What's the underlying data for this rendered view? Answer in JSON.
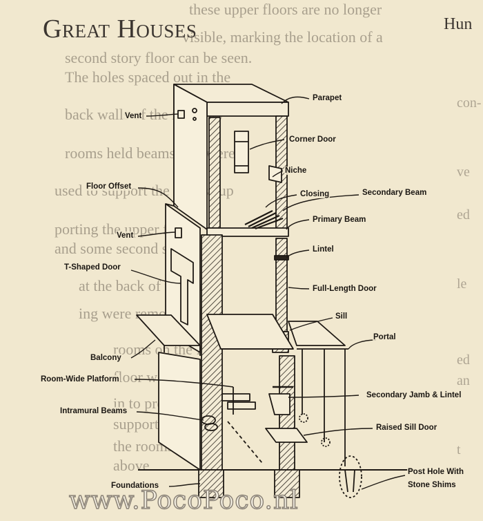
{
  "page": {
    "title": "Great Houses",
    "running_head": "Hun"
  },
  "body_text": [
    "these upper floors are no longer",
    "visible, marking the location of a",
    "second story floor can be seen.",
    "The holes spaced out in the",
    "back walls of the masonry",
    "rooms held beams that were",
    "used to support the floors sup",
    "porting the upper floors",
    "and some second story",
    "at the back of the build-",
    "ing were removed. The",
    "rooms on the first",
    "floor were filled",
    "in to provide",
    "support for",
    "the rooms",
    "above"
  ],
  "margin_text": [
    "con-",
    "ve",
    "ed",
    "le",
    "ed",
    "an",
    "t"
  ],
  "diagram": {
    "labels": {
      "parapet": "Parapet",
      "vent_upper": "Vent",
      "corner_door": "Corner Door",
      "niche": "Niche",
      "floor_offset": "Floor Offset",
      "closing": "Closing",
      "secondary_beam": "Secondary Beam",
      "primary_beam": "Primary Beam",
      "vent_lower": "Vent",
      "lintel": "Lintel",
      "t_shaped_door": "T-Shaped Door",
      "full_length_door": "Full-Length Door",
      "sill": "Sill",
      "portal": "Portal",
      "balcony": "Balcony",
      "room_wide_platform": "Room-Wide Platform",
      "secondary_jamb_lintel": "Secondary Jamb & Lintel",
      "intramural_beams": "Intramural Beams",
      "raised_sill_door": "Raised Sill Door",
      "foundations": "Foundations",
      "post_hole": "Post Hole With",
      "stone_shims": "Stone Shims"
    }
  },
  "watermark": "www.PocoPoco.nl"
}
